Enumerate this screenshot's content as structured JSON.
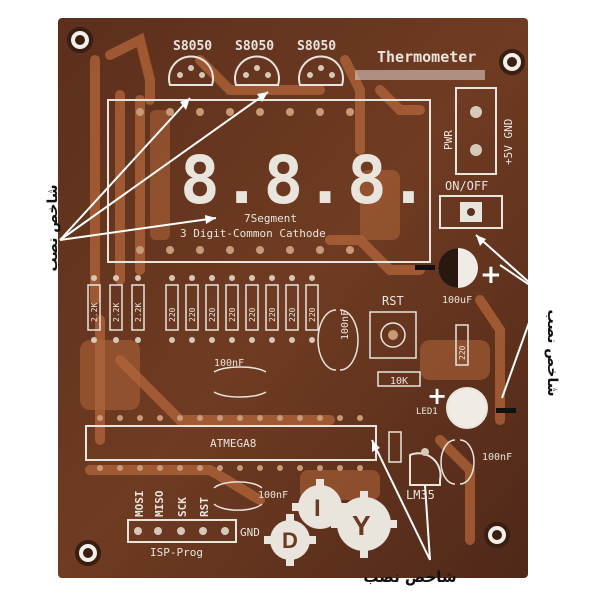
{
  "board": {
    "title": "Thermometer",
    "transistors": [
      "S8050",
      "S8050",
      "S8050"
    ],
    "display_label_1": "7Segment",
    "display_label_2": "3 Digit-Common Cathode",
    "display_digits": "8.8.8.",
    "pwr_label": "PWR",
    "supply_label": "+5V GND",
    "switch_label": "ON/OFF",
    "cap_100uf": "100uF",
    "rst_label": "RST",
    "r_10k": "10K",
    "led_label": "LED1",
    "lm35_label": "LM35",
    "mcu_label": "ATMEGA8",
    "cap_100nf_1": "100nF",
    "cap_100nf_2": "100nF",
    "cap_100nf_3": "100nF",
    "cap_100nf_4": "100nF",
    "isp_pins": [
      "MOSI",
      "MISO",
      "SCK",
      "RST"
    ],
    "gnd_label": "GND",
    "isp_label": "ISP-Prog",
    "logo_letters": [
      "D",
      "I",
      "Y"
    ],
    "resistor_labels": [
      "2.2K",
      "2.2K",
      "2.2K",
      "220",
      "220",
      "220",
      "220",
      "220",
      "220",
      "220",
      "220",
      "220"
    ]
  },
  "annotations": {
    "left": "شاخص نصب",
    "right": "شاخص نصب",
    "bottom": "شاخص نصب",
    "plus": "+",
    "minus": "−"
  },
  "colors": {
    "board": "#6b3a22",
    "copper": "#b3663a",
    "silkscreen": "#e9e4dc"
  }
}
